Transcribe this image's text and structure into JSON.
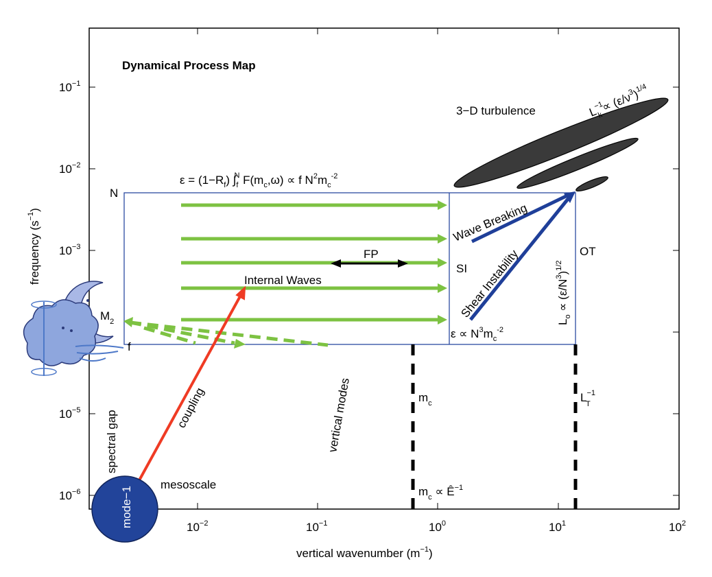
{
  "title": "Dynamical Process Map",
  "axes": {
    "xlabel_main": "vertical wavenumber (m",
    "xlabel_exp": "−1",
    "xlabel_end": ")",
    "ylabel_main": "frequency (s",
    "ylabel_exp": "−1",
    "ylabel_end": ")",
    "x_scale": "log",
    "y_scale": "log",
    "xlim": [
      0.001,
      100
    ],
    "ylim": [
      4e-07,
      0.7
    ],
    "x_ticks": [
      {
        "base": "10",
        "exp": "−2"
      },
      {
        "base": "10",
        "exp": "−1"
      },
      {
        "base": "10",
        "exp": "0"
      },
      {
        "base": "10",
        "exp": "1"
      },
      {
        "base": "10",
        "exp": "2"
      }
    ],
    "y_ticks": [
      {
        "base": "10",
        "exp": "−6"
      },
      {
        "base": "10",
        "exp": "−5"
      },
      {
        "base": "10",
        "exp": "−3"
      },
      {
        "base": "10",
        "exp": "−2"
      },
      {
        "base": "10",
        "exp": "−1"
      }
    ]
  },
  "labels": {
    "N": "N",
    "f": "f",
    "M2_base": "M",
    "M2_sub": "2",
    "turbulence": "3−D turbulence",
    "Lk_main": "L",
    "Lk_sup": "−1",
    "Lk_sub": "k",
    "Lk_rest": " ∝ (ε/ν",
    "Lk_sup2": "3",
    "Lk_end": ")",
    "Lk_sup3": "1/4",
    "eps_top": "ε = (1−R",
    "eps_top_sub1": "f",
    "eps_top_mid": ") ∫",
    "eps_top_sub2": "f",
    "eps_top_sup2": "N",
    "eps_top_rest": " F(m",
    "eps_top_sub3": "c",
    "eps_top_rest2": ",ω) ∝ f N",
    "eps_top_sup3": "2",
    "eps_top_rest3": "m",
    "eps_top_sub4": "c",
    "eps_top_sup4": "-2",
    "FP": "FP",
    "SI": "SI",
    "OT": "OT",
    "internal_waves": "Internal Waves",
    "wave_breaking": "Wave Breaking",
    "shear_instability": "Shear Instability",
    "Lo_main": "L",
    "Lo_sub": "o",
    "Lo_rest": " ∝ (ε/N",
    "Lo_sup": "3",
    "Lo_end": ")",
    "Lo_sup2": "1/2",
    "eps_si": "ε ∝ N",
    "eps_si_sup": "3",
    "eps_si_rest": "m",
    "eps_si_sub": "c",
    "eps_si_sup2": "-2",
    "coupling": "coupling",
    "vertical_modes": "vertical modes",
    "spectral_gap": "spectral gap",
    "mesoscale": "mesoscale",
    "mode1": "mode−1",
    "mc": "m",
    "mc_sub": "c",
    "mc_E": "m",
    "mc_E_sub": "c",
    "mc_E_rest": " ∝ Ê",
    "mc_E_sup": "−1",
    "LT_main": "L",
    "LT_sup": "−1",
    "LT_sub": "T"
  },
  "colors": {
    "green": "#7dc242",
    "red": "#ef3b24",
    "blue": "#1f3f99",
    "box": "#2b4aa0",
    "ellipse": "#3a3a3a",
    "mode1_fill": "#22449a",
    "moon": "#a9b8e6",
    "cloud": "#8ea6dd"
  }
}
